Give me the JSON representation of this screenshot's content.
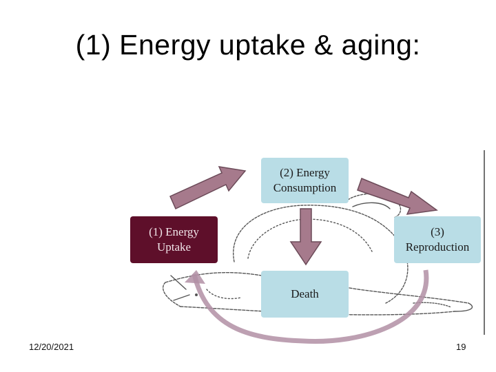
{
  "slide": {
    "title": "(1) Energy uptake & aging:",
    "date": "12/20/2021",
    "page_number": "19"
  },
  "diagram": {
    "nodes": {
      "energy_consumption": "(2) Energy\nConsumption",
      "energy_uptake": "(1) Energy\nUptake",
      "reproduction": "(3)\nReproduction",
      "death": "Death"
    },
    "colors": {
      "light_box": "#b9dde6",
      "dark_box": "#5e0f2a",
      "arrow_fill": "#a67a8c",
      "arrow_stroke": "#6b4a58",
      "curve_arrow": "#b18fa4"
    }
  }
}
